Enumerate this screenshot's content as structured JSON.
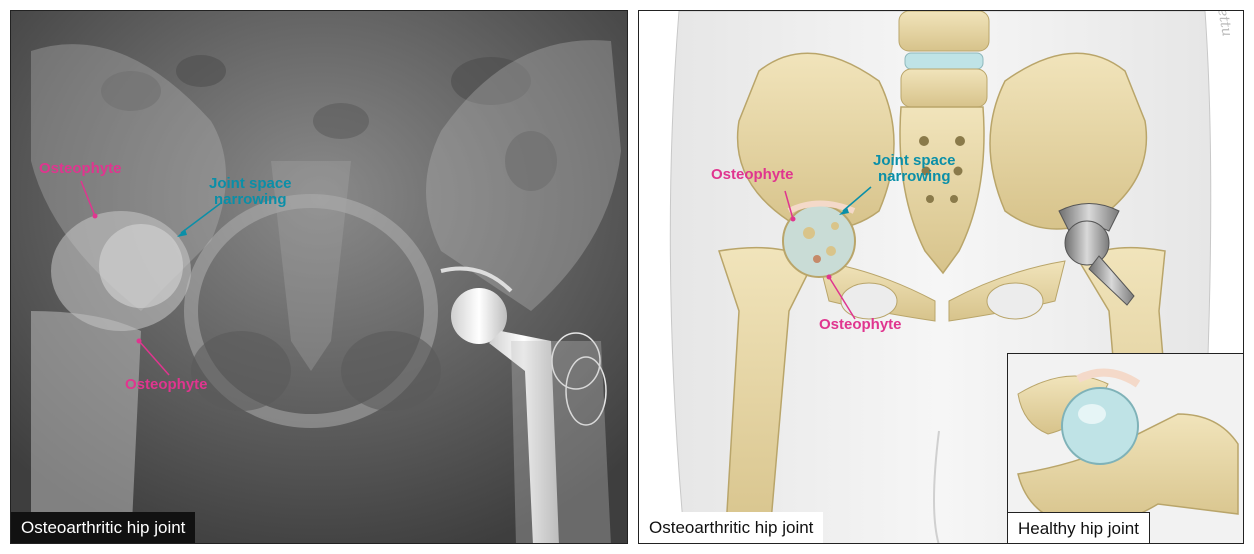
{
  "xray_panel": {
    "caption": "Osteoarthritic hip joint",
    "labels": {
      "osteophyte_upper": "Osteophyte",
      "joint_space_line1": "Joint space",
      "joint_space_line2": "narrowing",
      "osteophyte_lower": "Osteophyte"
    }
  },
  "illustration_panel": {
    "caption": "Osteoarthritic hip joint",
    "labels": {
      "osteophyte_upper": "Osteophyte",
      "joint_space_line1": "Joint space",
      "joint_space_line2": "narrowing",
      "osteophyte_lower": "Osteophyte"
    },
    "inset": {
      "caption": "Healthy hip joint"
    },
    "artist_signature": "L. Kettu"
  },
  "colors": {
    "osteophyte_label": "#e0358f",
    "joint_space_label": "#0a8fa8",
    "bone": "#e9d9a8",
    "cartilage": "#bfe3e6"
  }
}
